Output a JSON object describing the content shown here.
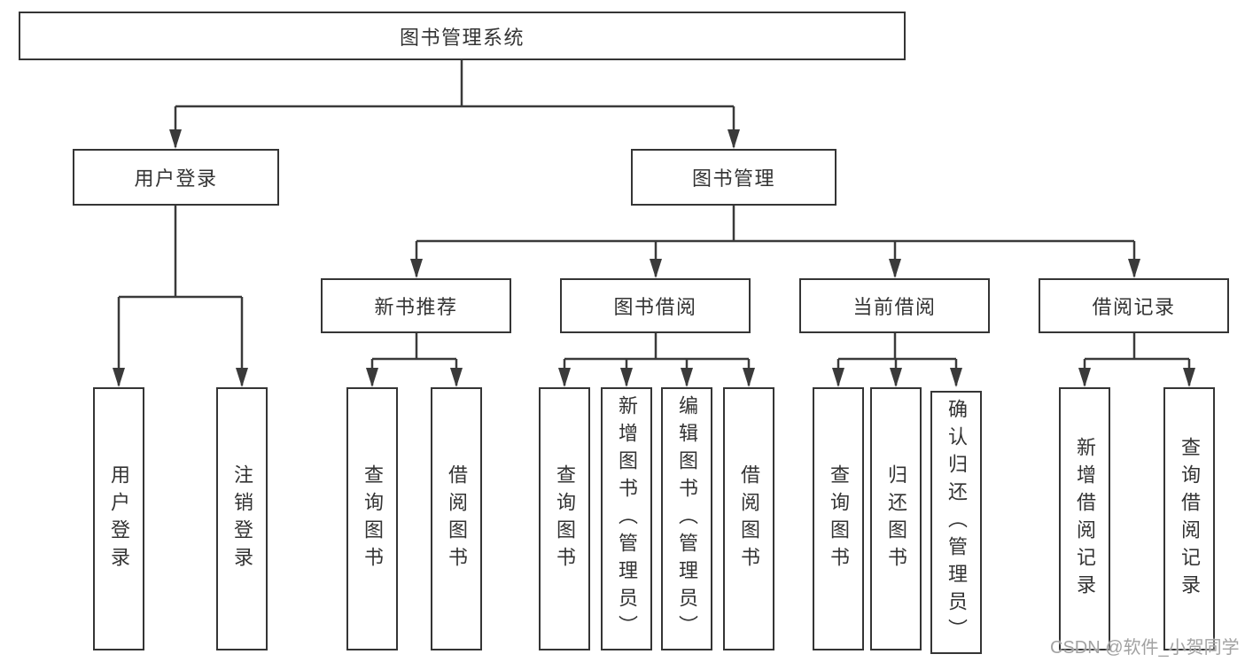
{
  "diagram": {
    "title": "图书管理系统",
    "nodes": {
      "root": "图书管理系统",
      "user_login": "用户登录",
      "book_management": "图书管理",
      "new_book_recommend": "新书推荐",
      "book_borrow": "图书借阅",
      "current_borrow": "当前借阅",
      "borrow_records": "借阅记录"
    },
    "leaves": {
      "login": "用户登录",
      "logout": "注销登录",
      "nb_query_book": "查询图书",
      "nb_borrow_book": "借阅图书",
      "bb_query_book": "查询图书",
      "bb_add_book": "新增图书（管理员）",
      "bb_edit_book": "编辑图书（管理员）",
      "bb_borrow_book": "借阅图书",
      "cb_query_book": "查询图书",
      "cb_return_book": "归还图书",
      "cb_confirm_return": "确认归还（管理员）",
      "br_add_record": "新增借阅记录",
      "br_query_record": "查询借阅记录"
    },
    "colors": {
      "line": "#3a3a3a",
      "border": "#353535",
      "text": "#333333",
      "watermark_text": "#a2a2a2"
    }
  },
  "watermark": "CSDN @软件_小贺同学"
}
